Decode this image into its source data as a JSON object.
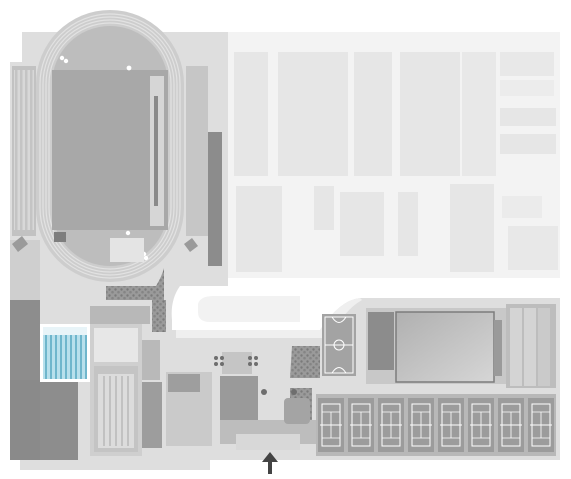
{
  "map": {
    "kind": "campus-facility-map",
    "palette": {
      "ground": "#dcdcdc",
      "ground_light": "#e9e9e9",
      "building_dark": "#8f8f8f",
      "building_mid": "#b5b5b5",
      "building_light": "#c9c9c9",
      "faded_building": "#ececec",
      "track": "#b9b9b9",
      "field": "#a9a9a9",
      "court_line": "#ffffff",
      "highlight_fill": "#9fd0e0",
      "highlight_stroke": "#ffffff",
      "tree_texture": "#7d7d7d",
      "arrow": "#444444",
      "road": "#f4f4f4"
    },
    "features": {
      "running_track": "athletics-track",
      "football_pitch": "football-pitch",
      "basketball_court": "basketball-court",
      "tennis_courts": 8,
      "highlighted_building": "highlighted-building",
      "entrance_marker": "entrance-arrow-icon"
    }
  }
}
